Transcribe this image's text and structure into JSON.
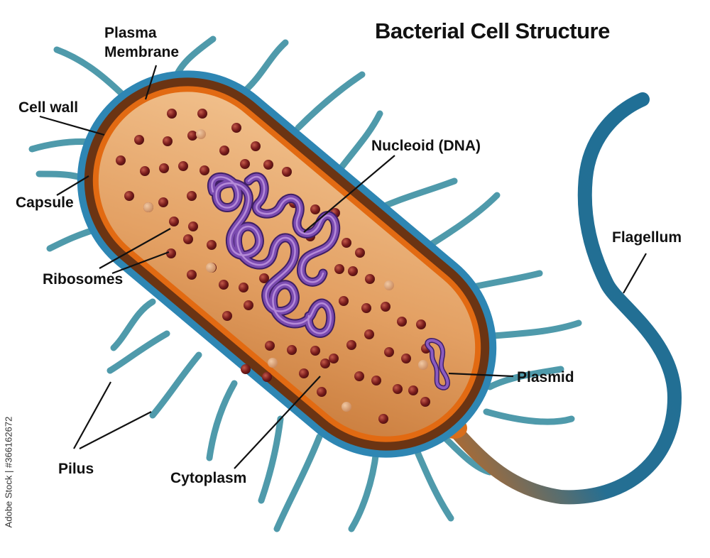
{
  "title": "Bacterial Cell Structure",
  "labels": {
    "plasma_membrane": [
      "Plasma",
      "Membrane"
    ],
    "cell_wall": "Cell wall",
    "capsule": "Capsule",
    "ribosomes": "Ribosomes",
    "pilus": "Pilus",
    "cytoplasm": "Cytoplasm",
    "nucleoid": "Nucleoid (DNA)",
    "plasmid": "Plasmid",
    "flagellum": "Flagellum"
  },
  "watermark": "Adobe Stock | #366162672",
  "colors": {
    "capsule": "#2e86b3",
    "cell_wall": "#6b3413",
    "plasma_membrane": "#e26a12",
    "cytoplasm": "#e5a86a",
    "ribosome": "#7a1d1c",
    "dna": "#6e3d9c",
    "pili": "#4f9aab",
    "flagellum": "#1f6f96",
    "leader_line": "#111111"
  },
  "icons": {
    "cell": "rod-shaped-bacterium",
    "dna": "coiled-dna-strand",
    "plasmid": "small-dna-loop"
  }
}
